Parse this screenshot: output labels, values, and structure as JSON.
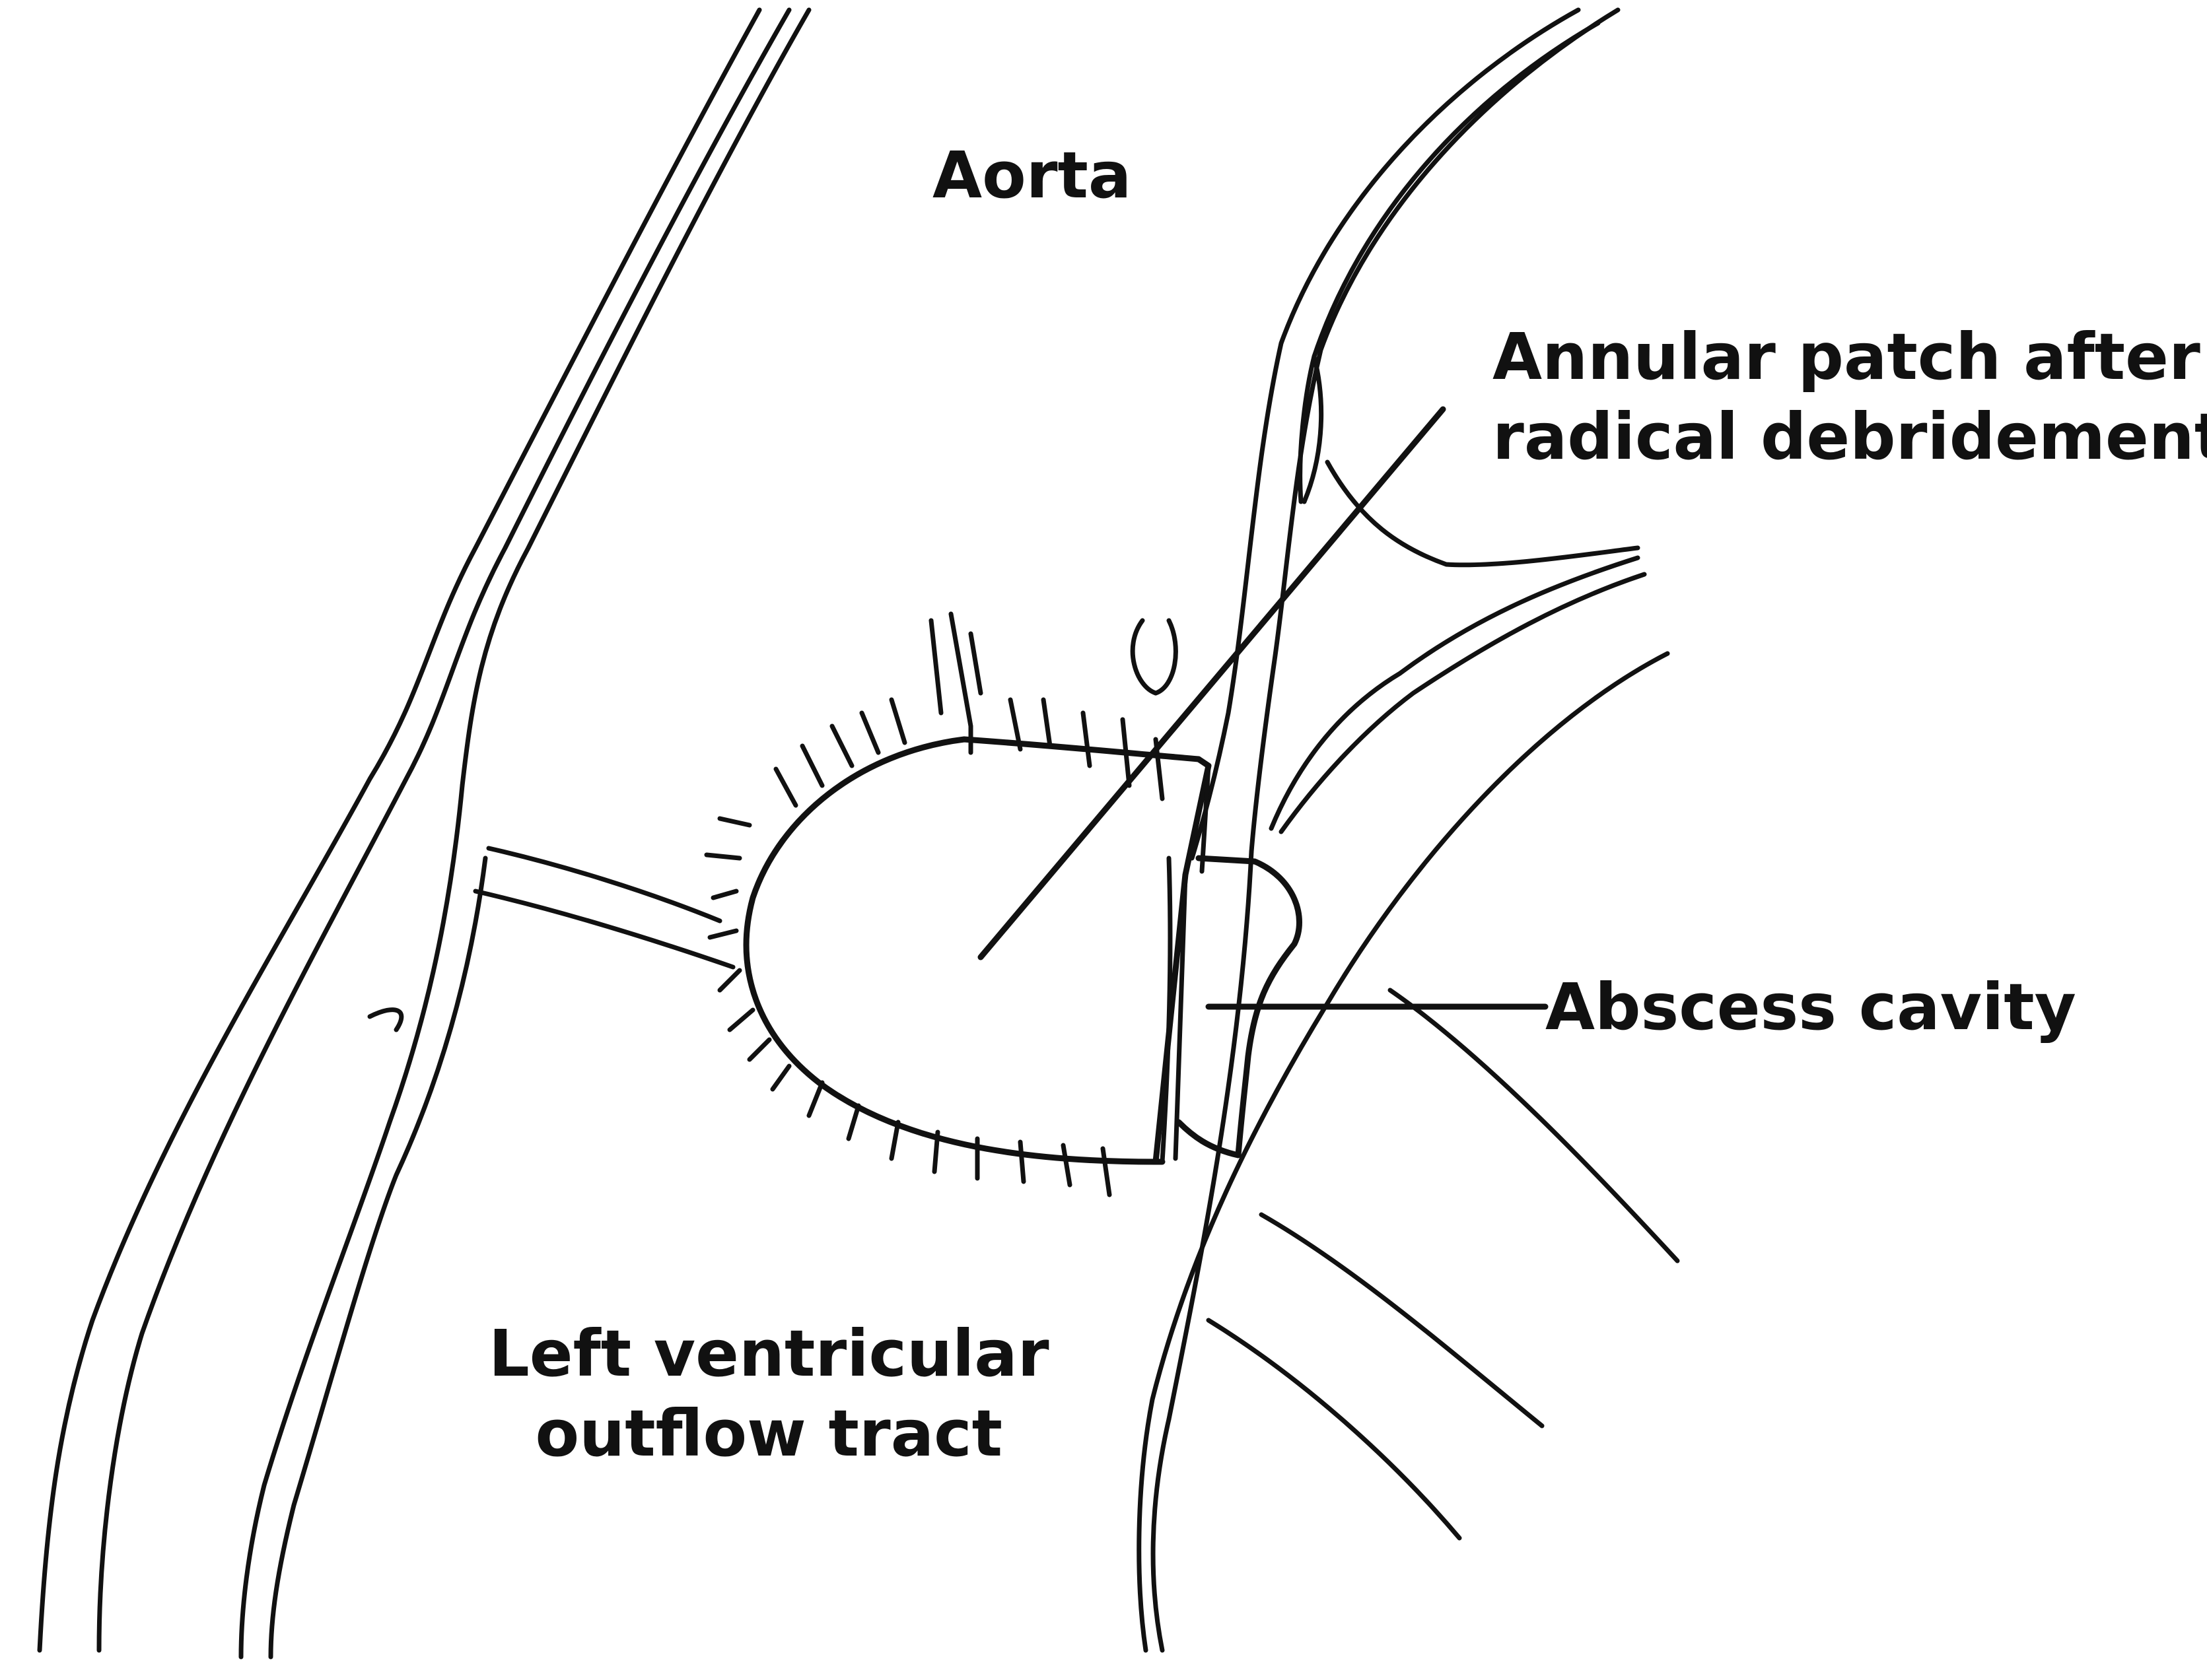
{
  "labels": {
    "aorta": "Aorta",
    "patch_line1": "Annular patch after",
    "patch_line2": "radical debridement",
    "abscess": "Abscess cavity",
    "lvot_line1": "Left ventricular",
    "lvot_line2": "outflow tract"
  },
  "colors": {
    "ink": "#111111",
    "background": "#ffffff"
  }
}
